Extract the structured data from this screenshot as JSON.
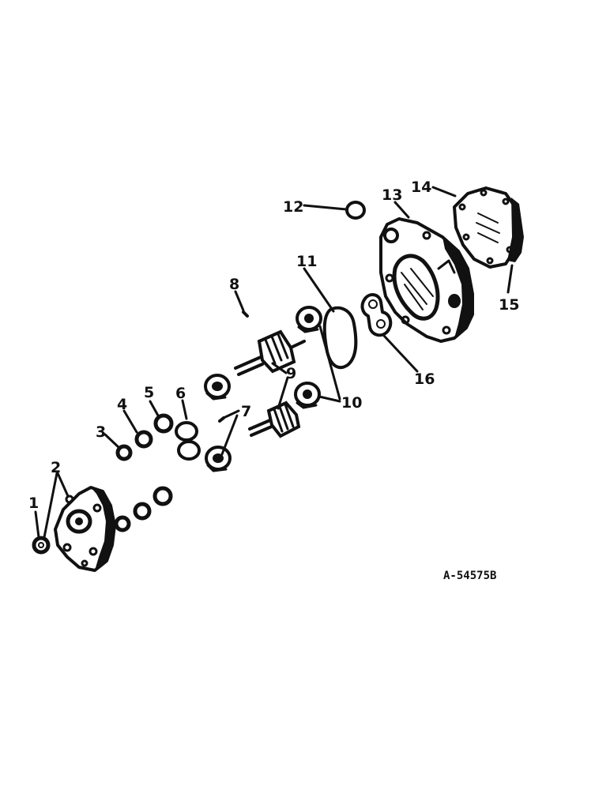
{
  "callouts": [
    "1",
    "2",
    "3",
    "4",
    "5",
    "6",
    "7",
    "8",
    "9",
    "10",
    "11",
    "12",
    "13",
    "14",
    "15",
    "16"
  ],
  "reference": "A-54575B",
  "ink_color": "#111111",
  "background": "#ffffff"
}
